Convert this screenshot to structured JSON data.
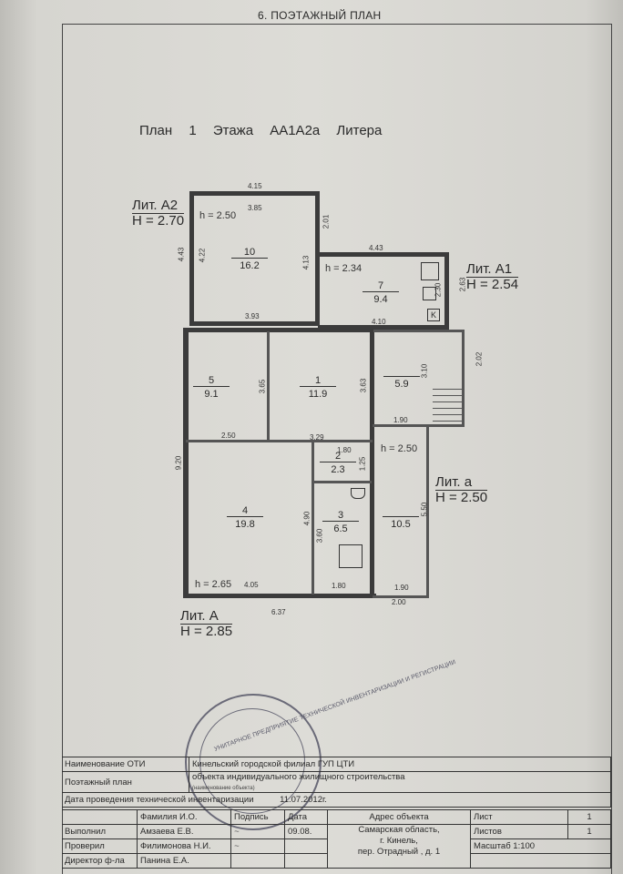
{
  "page": {
    "section_title": "6. ПОЭТАЖНЫЙ ПЛАН",
    "plan_title": "План 1 Этажа АА1А2а Литера"
  },
  "liters": [
    {
      "label": "Лит. А2",
      "height": "H = 2.70"
    },
    {
      "label": "Лит. А1",
      "height": "H = 2.54"
    },
    {
      "label": "Лит. а",
      "height": "H = 2.50"
    },
    {
      "label": "Лит. А",
      "height": "H = 2.85"
    }
  ],
  "rooms": [
    {
      "num": "10",
      "area": "16.2",
      "h": "h = 2.50"
    },
    {
      "num": "7",
      "area": "9.4",
      "h": "h = 2.34"
    },
    {
      "num": "5",
      "area": "9.1"
    },
    {
      "num": "1",
      "area": "11.9"
    },
    {
      "num": "",
      "area": "5.9"
    },
    {
      "num": "2",
      "area": "2.3"
    },
    {
      "num": "4",
      "area": "19.8",
      "h": "h = 2.65"
    },
    {
      "num": "3",
      "area": "6.5"
    },
    {
      "num": "",
      "area": "10.5",
      "h": "h = 2.50"
    }
  ],
  "dims": {
    "d415": "4.15",
    "d385": "3.85",
    "d201": "2.01",
    "d443a": "4.43",
    "d422": "4.22",
    "d413": "4.13",
    "d393": "3.93",
    "d443b": "4.43",
    "d263": "2.63",
    "d230": "2.30",
    "d410": "4.10",
    "d202": "2.02",
    "d365": "3.65",
    "d363": "3.63",
    "d310": "3.10",
    "d190a": "1.90",
    "d250": "2.50",
    "d329": "3.29",
    "d180a": "1.80",
    "d125": "1.25",
    "d920": "9.20",
    "d490": "4.90",
    "d360": "3.60",
    "d550": "5.50",
    "d405": "4.05",
    "d180b": "1.80",
    "d190b": "1.90",
    "d200": "2.00",
    "d637": "6.37"
  },
  "stove_label": "K",
  "stamp_text": "УНИТАРНОЕ ПРЕДПРИЯТИЕ ТЕХНИЧЕСКОЙ ИНВЕНТАРИЗАЦИИ И РЕГИСТРАЦИИ",
  "info": {
    "row1_label": "Наименование ОТИ",
    "row1_value": "Кинельский городской филиал ГУП ЦТИ",
    "row2_label": "Поэтажный план",
    "row2_value": "объекта индивидуального жилищного строительства",
    "row2_note": "(наименование объекта)",
    "row3_label": "Дата проведения технической инвентаризации",
    "row3_value": "11.07.2012г.",
    "hdr_name": "Фамилия И.О.",
    "hdr_sign": "Подпись",
    "hdr_date": "Дата",
    "hdr_addr": "Адрес объекта",
    "sheet_label": "Лист",
    "sheet_value": "1",
    "sheets_label": "Листов",
    "sheets_value": "1",
    "scale_label": "Масштаб",
    "scale_value": "1:100",
    "roles": [
      "Выполнил",
      "Проверил",
      "Директор ф-ла"
    ],
    "names": [
      "Амзаева Е.В.",
      "Филимонова Н.И.",
      "Панина Е.А."
    ],
    "sign_date": "09.08.",
    "address": [
      "Самарская область,",
      "г. Кинель,",
      "пер. Отрадный , д. 1"
    ]
  }
}
